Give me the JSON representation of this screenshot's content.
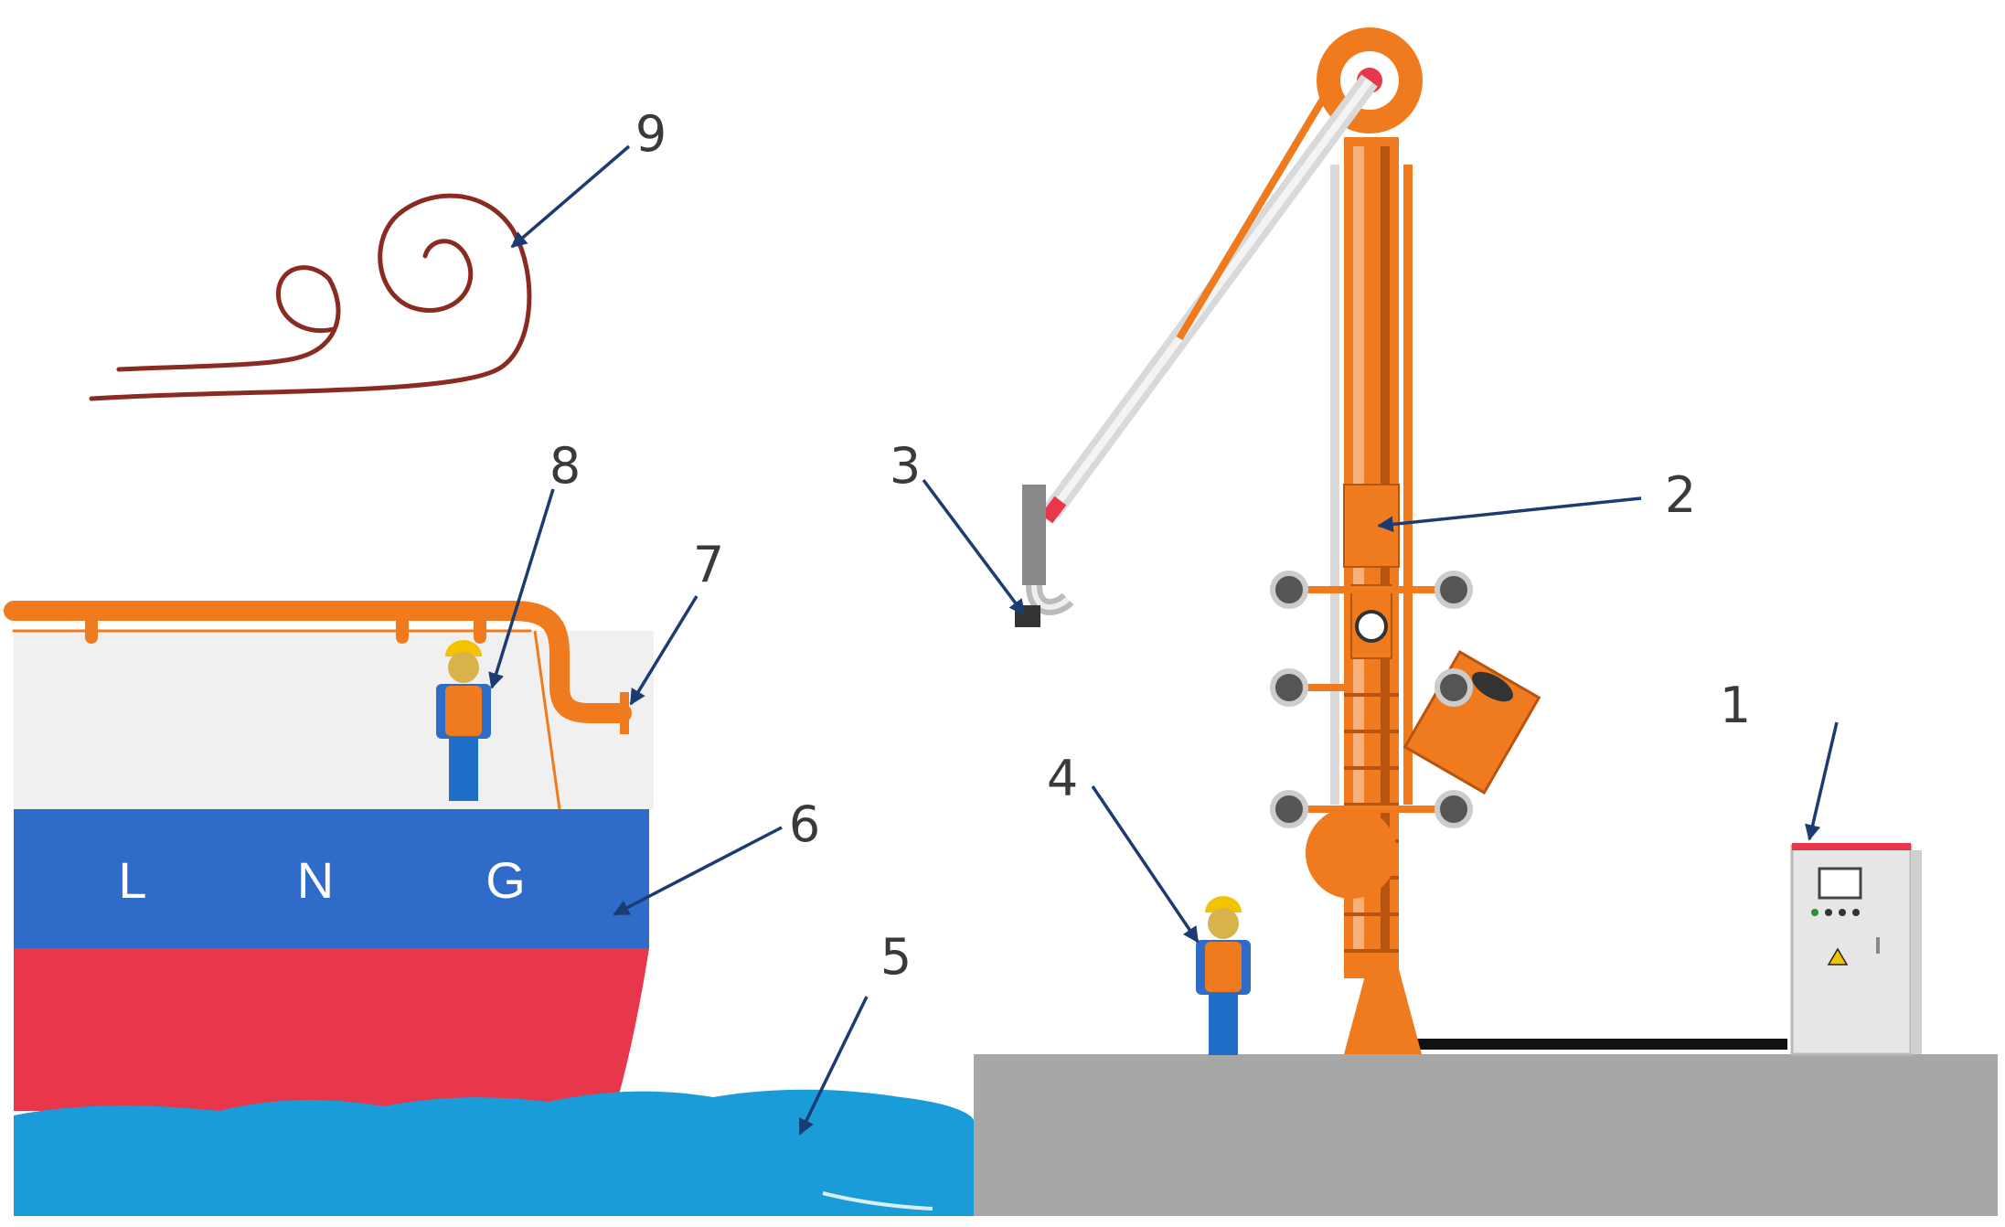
{
  "hull_text": {
    "l": "L",
    "n": "N",
    "g": "G"
  },
  "callouts": {
    "c1": "1",
    "c2": "2",
    "c3": "3",
    "c4": "4",
    "c5": "5",
    "c6": "6",
    "c7": "7",
    "c8": "8",
    "c9": "9"
  },
  "colors": {
    "arm_orange": "#f07a1e",
    "hull_blue": "#2f6cc9",
    "hull_red": "#e8364a",
    "water_blue": "#1a9cd8",
    "quay_gray": "#a7a7a7",
    "leader_navy": "#1c3b73",
    "wind_brown": "#8a2b22"
  },
  "icons": [
    "wind-icon",
    "worker-icon",
    "control-cabinet-icon",
    "loading-arm-icon"
  ]
}
